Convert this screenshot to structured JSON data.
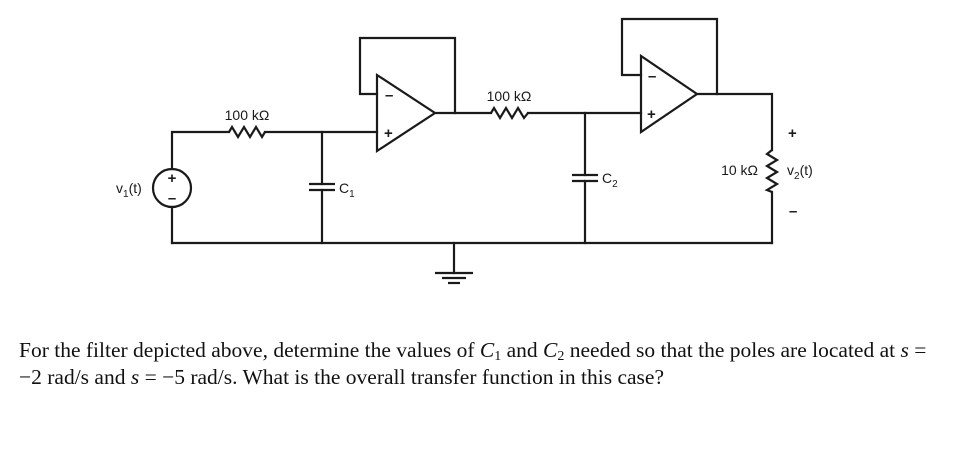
{
  "circuit": {
    "source": {
      "name": "v",
      "subscript": "1",
      "suffix": "(t)",
      "plus": "+",
      "minus": "–"
    },
    "r1": {
      "label": "100 kΩ"
    },
    "r2": {
      "label": "100 kΩ"
    },
    "r_load": {
      "label": "10 kΩ"
    },
    "c1": {
      "name": "C",
      "subscript": "1"
    },
    "c2": {
      "name": "C",
      "subscript": "2"
    },
    "opamp1": {
      "minus": "–",
      "plus": "+"
    },
    "opamp2": {
      "minus": "–",
      "plus": "+"
    },
    "output": {
      "name": "v",
      "subscript": "2",
      "suffix": "(t)",
      "plus": "+",
      "minus": "–"
    }
  },
  "question": {
    "part1": "For the filter depicted above, determine the values of ",
    "c1_var": "C",
    "c1_sub": "1",
    "part2": " and ",
    "c2_var": "C",
    "c2_sub": "2",
    "part3": " needed so that the poles are located at ",
    "s1_var": "s",
    "s1_value": " = −2 rad/s and ",
    "s2_var": "s",
    "s2_value": " = −5 rad/s. What is the overall transfer function in this case?"
  }
}
